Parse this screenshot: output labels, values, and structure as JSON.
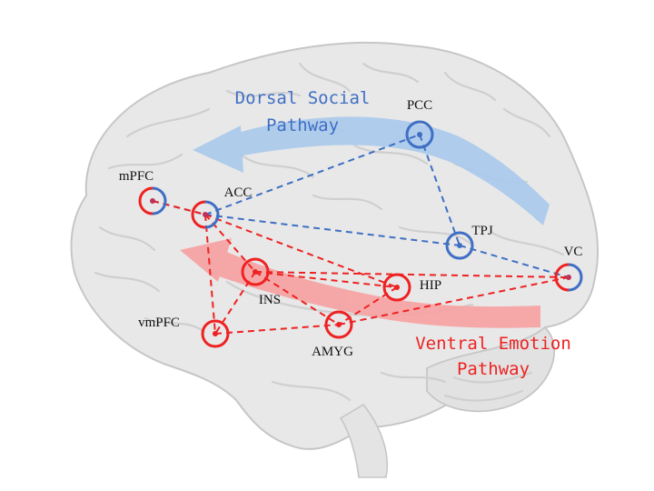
{
  "colors": {
    "social": "#3f6fc4",
    "emotion": "#ee2222",
    "brain_fill": "#e6e6e6",
    "brain_edge": "#c9c9c9",
    "social_arrow": "#a9c9ec",
    "emotion_arrow": "#f7a1a1"
  },
  "pathways": {
    "dorsal": {
      "line1": "Dorsal Social",
      "line2": "Pathway"
    },
    "ventral": {
      "line1": "Ventral Emotion",
      "line2": "Pathway"
    }
  },
  "nodes": [
    {
      "id": "mpfc",
      "label": "mPFC",
      "ring": "half-red-blue"
    },
    {
      "id": "acc",
      "label": "ACC",
      "ring": "half-red-blue"
    },
    {
      "id": "pcc",
      "label": "PCC",
      "ring": "blue"
    },
    {
      "id": "tpj",
      "label": "TPJ",
      "ring": "blue"
    },
    {
      "id": "vc",
      "label": "VC",
      "ring": "half-red-blue"
    },
    {
      "id": "ins",
      "label": "INS",
      "ring": "red"
    },
    {
      "id": "hip",
      "label": "HIP",
      "ring": "red"
    },
    {
      "id": "vmpfc",
      "label": "vmPFC",
      "ring": "red"
    },
    {
      "id": "amyg",
      "label": "AMYG",
      "ring": "red"
    }
  ],
  "edges": {
    "social": [
      [
        "mpfc",
        "acc"
      ],
      [
        "acc",
        "pcc"
      ],
      [
        "acc",
        "tpj"
      ],
      [
        "pcc",
        "tpj"
      ],
      [
        "tpj",
        "vc"
      ]
    ],
    "emotion": [
      [
        "mpfc",
        "acc"
      ],
      [
        "acc",
        "ins"
      ],
      [
        "acc",
        "hip"
      ],
      [
        "acc",
        "vmpfc"
      ],
      [
        "ins",
        "hip"
      ],
      [
        "ins",
        "amyg"
      ],
      [
        "ins",
        "vmpfc"
      ],
      [
        "hip",
        "amyg"
      ],
      [
        "vmpfc",
        "amyg"
      ],
      [
        "amyg",
        "vc"
      ],
      [
        "ins",
        "vc"
      ]
    ]
  }
}
